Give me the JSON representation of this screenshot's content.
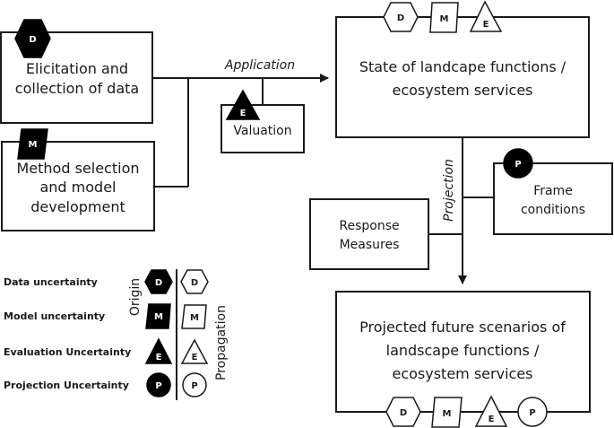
{
  "boxes": {
    "elicitation": {
      "lines": [
        "Elicitation and",
        "collection of data"
      ],
      "badge": "D"
    },
    "method": {
      "lines": [
        "Method selection",
        "and model",
        "development"
      ],
      "badge": "M"
    },
    "valuation": {
      "lines": [
        "Valuation"
      ],
      "badge": "E"
    },
    "state": {
      "lines": [
        "State of landcape functions /",
        "ecosystem services"
      ],
      "badges": [
        "D",
        "M",
        "E"
      ]
    },
    "frame": {
      "lines": [
        "Frame",
        "conditions"
      ],
      "badge": "P"
    },
    "response": {
      "lines": [
        "Response",
        "Measures"
      ]
    },
    "projected": {
      "lines": [
        "Projected future scenarios of",
        "landscape functions /",
        "ecosystem services"
      ],
      "badges": [
        "D",
        "M",
        "E",
        "P"
      ]
    }
  },
  "arrows": {
    "application": "Application",
    "projection": "Projection"
  },
  "legend": {
    "origin_label": "Origin",
    "propagation_label": "Propagation",
    "rows": [
      {
        "label": "Data uncertainty",
        "symbol": "D",
        "shape": "hexagon"
      },
      {
        "label": "Model uncertainty",
        "symbol": "M",
        "shape": "parallelogram"
      },
      {
        "label": "Evaluation Uncertainty",
        "symbol": "E",
        "shape": "triangle"
      },
      {
        "label": "Projection Uncertainty",
        "symbol": "P",
        "shape": "circle"
      }
    ]
  }
}
